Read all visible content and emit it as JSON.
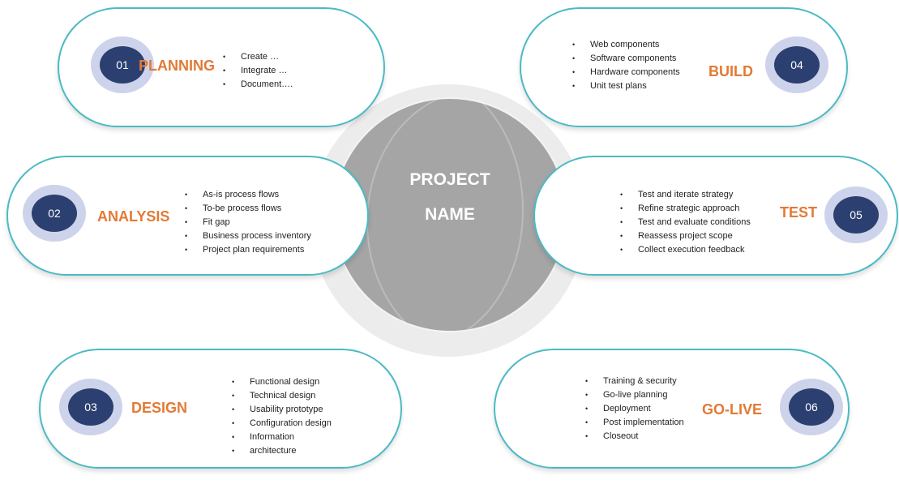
{
  "center": {
    "line1": "PROJECT",
    "line2": "NAME"
  },
  "phases": [
    {
      "number": "01",
      "title": "PLANNING",
      "items": [
        "Create …",
        "Integrate …",
        "Document…."
      ]
    },
    {
      "number": "02",
      "title": "ANALYSIS",
      "items": [
        "As-is process flows",
        "To-be process flows",
        "Fit gap",
        "Business process inventory",
        "Project plan requirements"
      ]
    },
    {
      "number": "03",
      "title": "DESIGN",
      "items": [
        "Functional design",
        "Technical design",
        "Usability prototype",
        "Configuration design",
        "Information",
        "architecture"
      ]
    },
    {
      "number": "04",
      "title": "BUILD",
      "items": [
        "Web components",
        "Software components",
        "Hardware components",
        "Unit test plans"
      ]
    },
    {
      "number": "05",
      "title": "TEST",
      "items": [
        "Test and iterate strategy",
        "Refine strategic approach",
        "Test and evaluate conditions",
        "Reassess project scope",
        "Collect execution feedback"
      ]
    },
    {
      "number": "06",
      "title": "GO-LIVE",
      "items": [
        "Training & security",
        "Go-live planning",
        "Deployment",
        "Post implementation",
        "Closeout"
      ]
    }
  ],
  "colors": {
    "accent": "#e27a35",
    "badge": "#2b3f70",
    "border": "#4bbac4"
  }
}
